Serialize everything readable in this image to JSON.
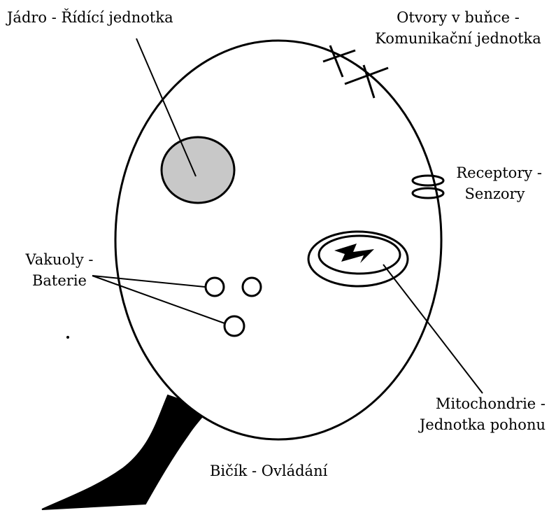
{
  "labels": {
    "nucleus": "Jádro - Řídící jednotka",
    "pores_line1": "Otvory v buňce -",
    "pores_line2": "Komunikační jednotka",
    "receptors_line1": "Receptory -",
    "receptors_line2": "Senzory",
    "vacuoles_line1": "Vakuoly -",
    "vacuoles_line2": "Baterie",
    "mitochondria_line1": "Mitochondrie -",
    "mitochondria_line2": "Jednotka pohonu",
    "flagellum": "Bičík - Ovládání"
  },
  "colors": {
    "outline": "#000000",
    "nucleus_fill": "#c8c8c8",
    "flagellum_fill": "#000000",
    "background": "#ffffff"
  }
}
